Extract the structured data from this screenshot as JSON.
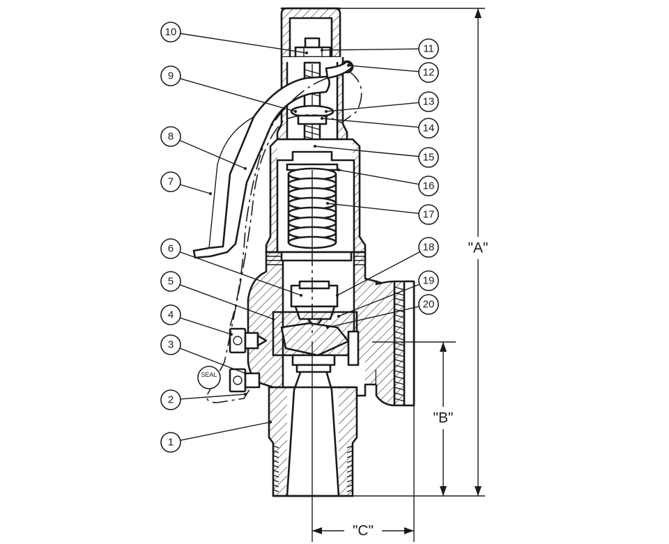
{
  "callouts": [
    "1",
    "2",
    "3",
    "4",
    "5",
    "6",
    "7",
    "8",
    "9",
    "10",
    "11",
    "12",
    "13",
    "14",
    "15",
    "16",
    "17",
    "18",
    "19",
    "20"
  ],
  "dimensions": {
    "a": "\"A\"",
    "b": "\"B\"",
    "c": "\"C\""
  },
  "seal_label": "SEAL"
}
